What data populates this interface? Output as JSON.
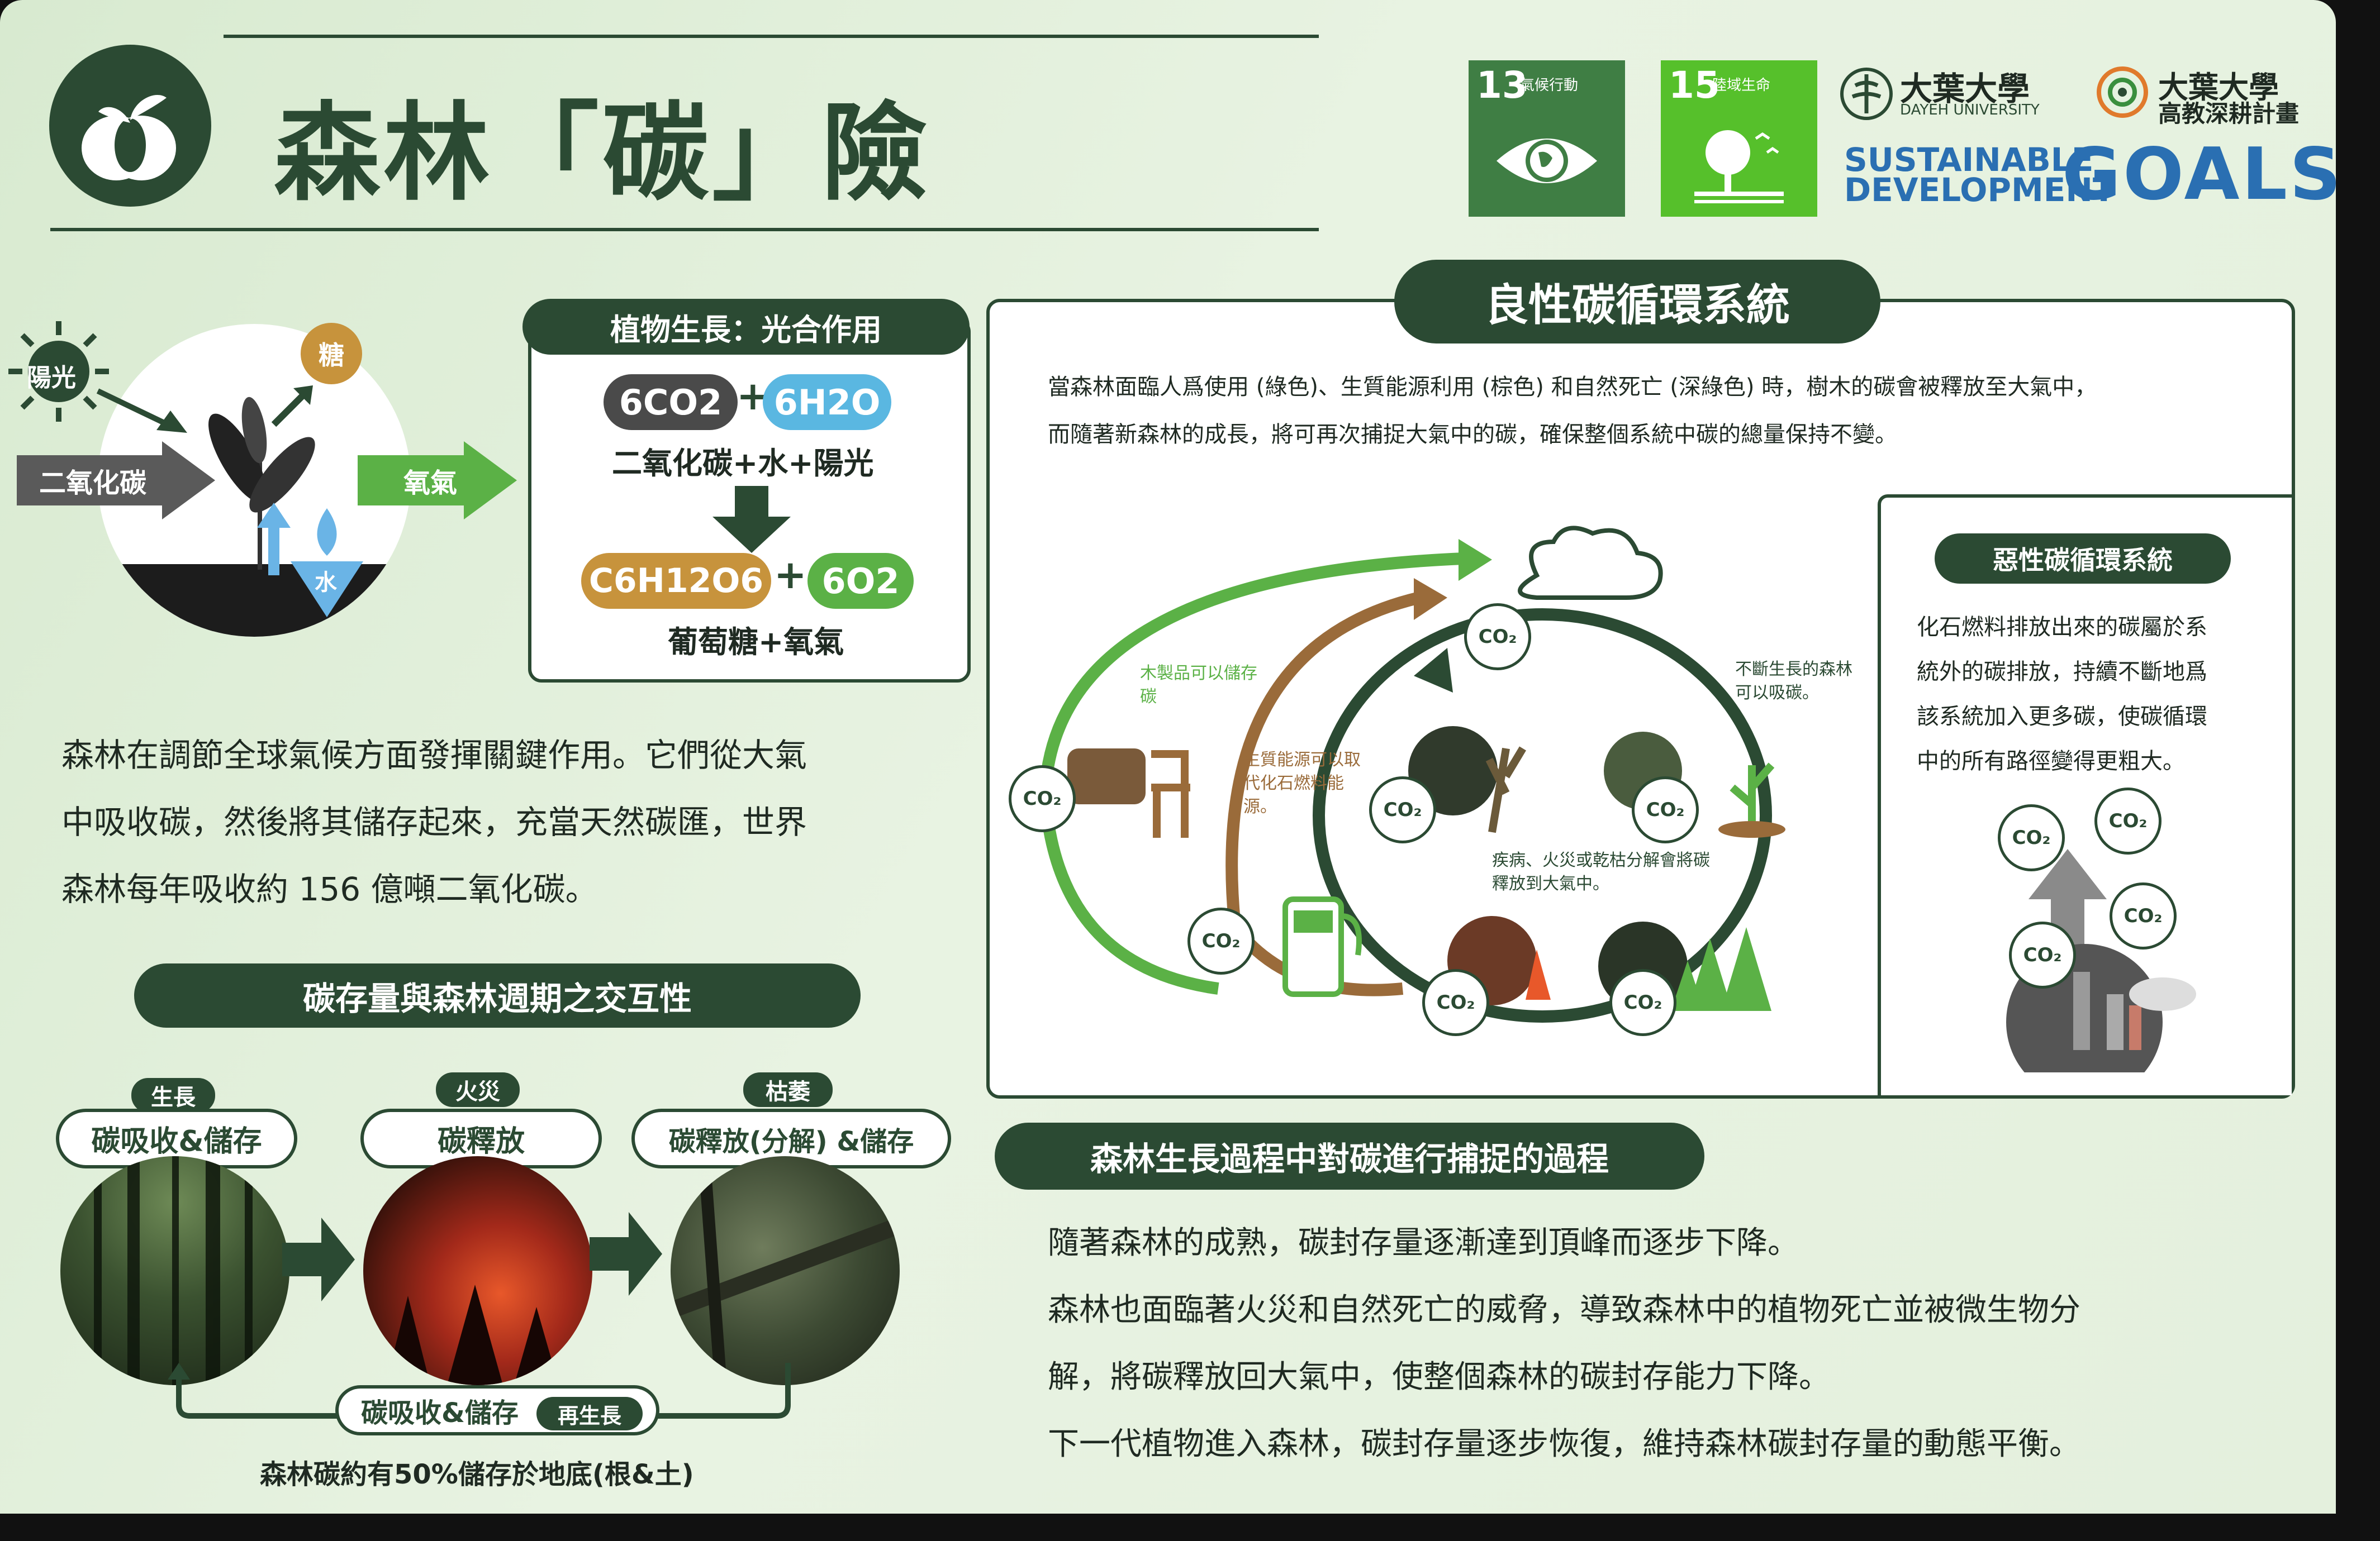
{
  "header": {
    "title": "森林「碳」險",
    "sdg13": {
      "num": "13",
      "label": "氣候行動"
    },
    "sdg15": {
      "num": "15",
      "label": "陸域生命"
    },
    "uni1": {
      "name": "大葉大學",
      "en": "DAYEH UNIVERSITY"
    },
    "uni2": {
      "name": "大葉大學",
      "sub": "高教深耕計畫"
    },
    "sdg_word1": "SUSTAINABLE",
    "sdg_word2": "DEVELOPMENT",
    "sdg_word3": "GOALS"
  },
  "plant": {
    "sun": "陽光",
    "sugar": "糖",
    "co2": "二氧化碳",
    "oxygen": "氧氣",
    "water": "水"
  },
  "photosynthesis": {
    "title": "植物生長：光合作用",
    "r1": "6CO2",
    "r2": "6H2O",
    "plus": "+",
    "reactants_text": "二氧化碳+水+陽光",
    "p1": "C6H12O6",
    "p2": "6O2",
    "products_text": "葡萄糖+氧氣"
  },
  "intro": {
    "line1": "森林在調節全球氣候方面發揮關鍵作用。它們從大氣",
    "line2": "中吸收碳，然後將其儲存起來，充當天然碳匯，世界",
    "line3": "森林每年吸收約 156 億噸二氧化碳。"
  },
  "cycle_section": {
    "title": "碳存量與森林週期之交互性",
    "stage1_tag": "生長",
    "stage1_label": "碳吸收&儲存",
    "stage2_tag": "火災",
    "stage2_label": "碳釋放",
    "stage3_tag": "枯萎",
    "stage3_label": "碳釋放(分解) &儲存",
    "loop_label": "碳吸收&儲存",
    "loop_tag": "再生長",
    "footnote": "森林碳約有50%儲存於地底(根&土)"
  },
  "good_cycle": {
    "title": "良性碳循環系統",
    "desc1": "當森林面臨人爲使用 (綠色)、生質能源利用 (棕色) 和自然死亡 (深綠色) 時，樹木的碳會被釋放至大氣中，",
    "desc2": "而隨著新森林的成長，將可再次捕捉大氣中的碳，確保整個系統中碳的總量保持不變。",
    "co2": "CO₂",
    "label_wood": "木製品可以儲存碳",
    "label_bio": "生質能源可以取代化石燃料能源。",
    "label_grow": "不斷生長的森林可以吸碳。",
    "label_decay": "疾病、火災或乾枯分解會將碳釋放到大氣中。"
  },
  "bad_cycle": {
    "title": "惡性碳循環系統",
    "l1": "化石燃料排放出來的碳屬於系",
    "l2": "統外的碳排放，持續不斷地爲",
    "l3": "該系統加入更多碳，使碳循環",
    "l4": "中的所有路徑變得更粗大。"
  },
  "capture": {
    "title": "森林生長過程中對碳進行捕捉的過程",
    "p1": "隨著森林的成熟，碳封存量逐漸達到頂峰而逐步下降。",
    "p2": "森林也面臨著火災和自然死亡的威脅，導致森林中的植物死亡並被微生物分",
    "p3": "解，將碳釋放回大氣中，使整個森林的碳封存能力下降。",
    "p4": "下一代植物進入森林，碳封存量逐步恢復，維持森林碳封存量的動態平衡。"
  },
  "colors": {
    "dark": "#2b4a33",
    "green": "#5bb146",
    "brown": "#9a6b3a",
    "sdg13": "#3f7e44",
    "sdg15": "#56c02b"
  }
}
